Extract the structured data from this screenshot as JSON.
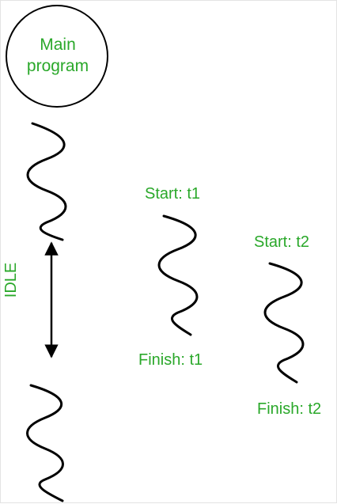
{
  "diagram": {
    "main_program": {
      "line1": "Main",
      "line2": "program"
    },
    "idle_label": "IDLE",
    "thread1": {
      "start_label": "Start: t1",
      "finish_label": "Finish: t1"
    },
    "thread2": {
      "start_label": "Start: t2",
      "finish_label": "Finish: t2"
    },
    "colors": {
      "label_green": "#2aa82a",
      "stroke": "#000000"
    }
  }
}
